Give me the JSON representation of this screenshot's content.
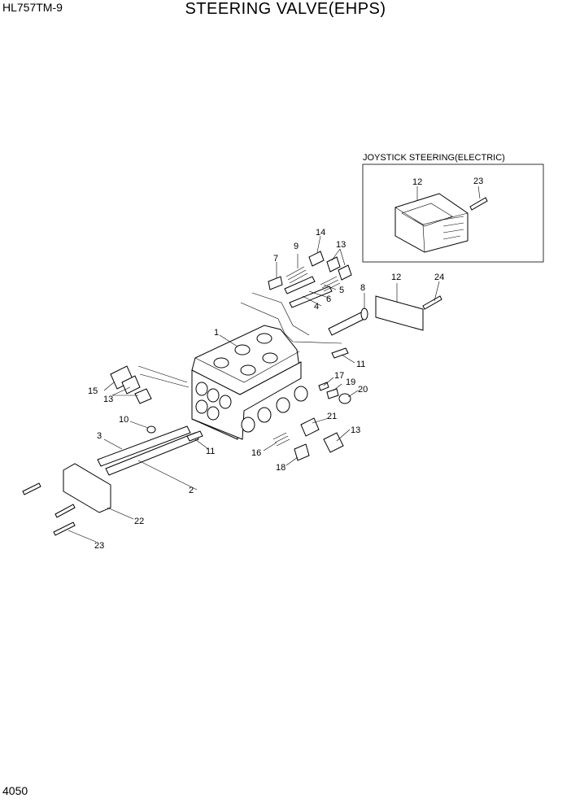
{
  "header": {
    "model": "HL757TM-9",
    "title": "STEERING VALVE(EHPS)"
  },
  "inset": {
    "title": "JOYSTICK STEERING(ELECTRIC)",
    "labels": [
      "12",
      "23"
    ]
  },
  "callouts": [
    "1",
    "2",
    "3",
    "4",
    "5",
    "6",
    "7",
    "8",
    "9",
    "10",
    "11",
    "11",
    "12",
    "13",
    "13",
    "13",
    "13",
    "14",
    "15",
    "16",
    "17",
    "18",
    "19",
    "20",
    "21",
    "22",
    "23",
    "24"
  ],
  "footer": {
    "page_number": "4050"
  }
}
